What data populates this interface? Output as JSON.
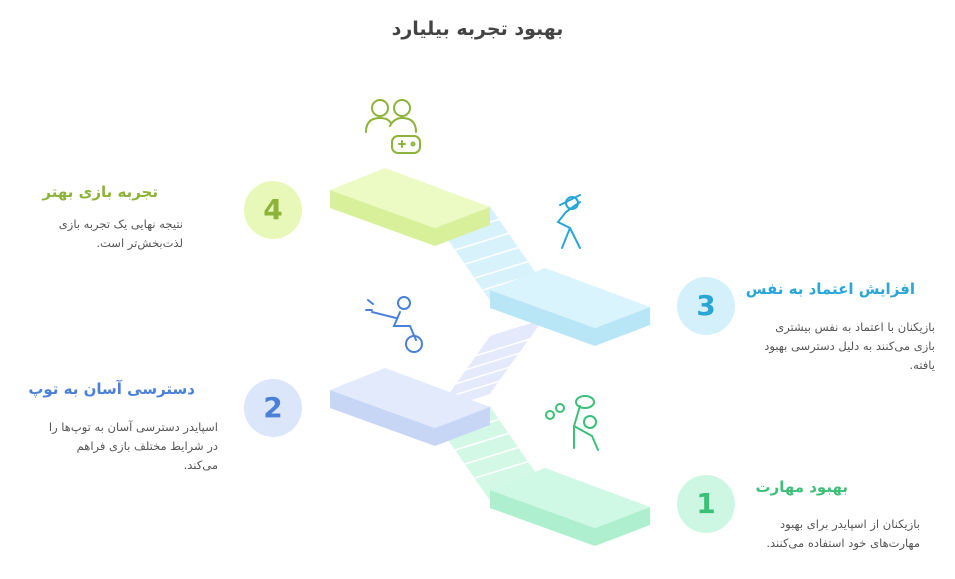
{
  "title": "بهبود تجربه بیلیارد",
  "steps": [
    {
      "number": "1",
      "heading": "بهبود مهارت",
      "description": "بازیکنان از اسپایدر برای بهبود مهارت‌های خود استفاده می‌کنند.",
      "color": "#3cbf78",
      "bg": "#cdf7e3"
    },
    {
      "number": "2",
      "heading": "دسترسی آسان به توپ",
      "description": "اسپایدر دسترسی آسان به توپ‌ها را در شرایط مختلف بازی فراهم می‌کند.",
      "color": "#4a80d8",
      "bg": "#dce6fb"
    },
    {
      "number": "3",
      "heading": "افزایش اعتماد به نفس",
      "description": "بازیکنان با اعتماد به نفس بیشتری بازی می‌کنند به دلیل دسترسی بهبود یافته.",
      "color": "#2aa6d6",
      "bg": "#d4f1fb"
    },
    {
      "number": "4",
      "heading": "تجربه بازی بهتر",
      "description": "نتیجه نهایی یک تجربه بازی لذت‌بخش‌تر است.",
      "color": "#8db33a",
      "bg": "#e8f8b8"
    }
  ]
}
